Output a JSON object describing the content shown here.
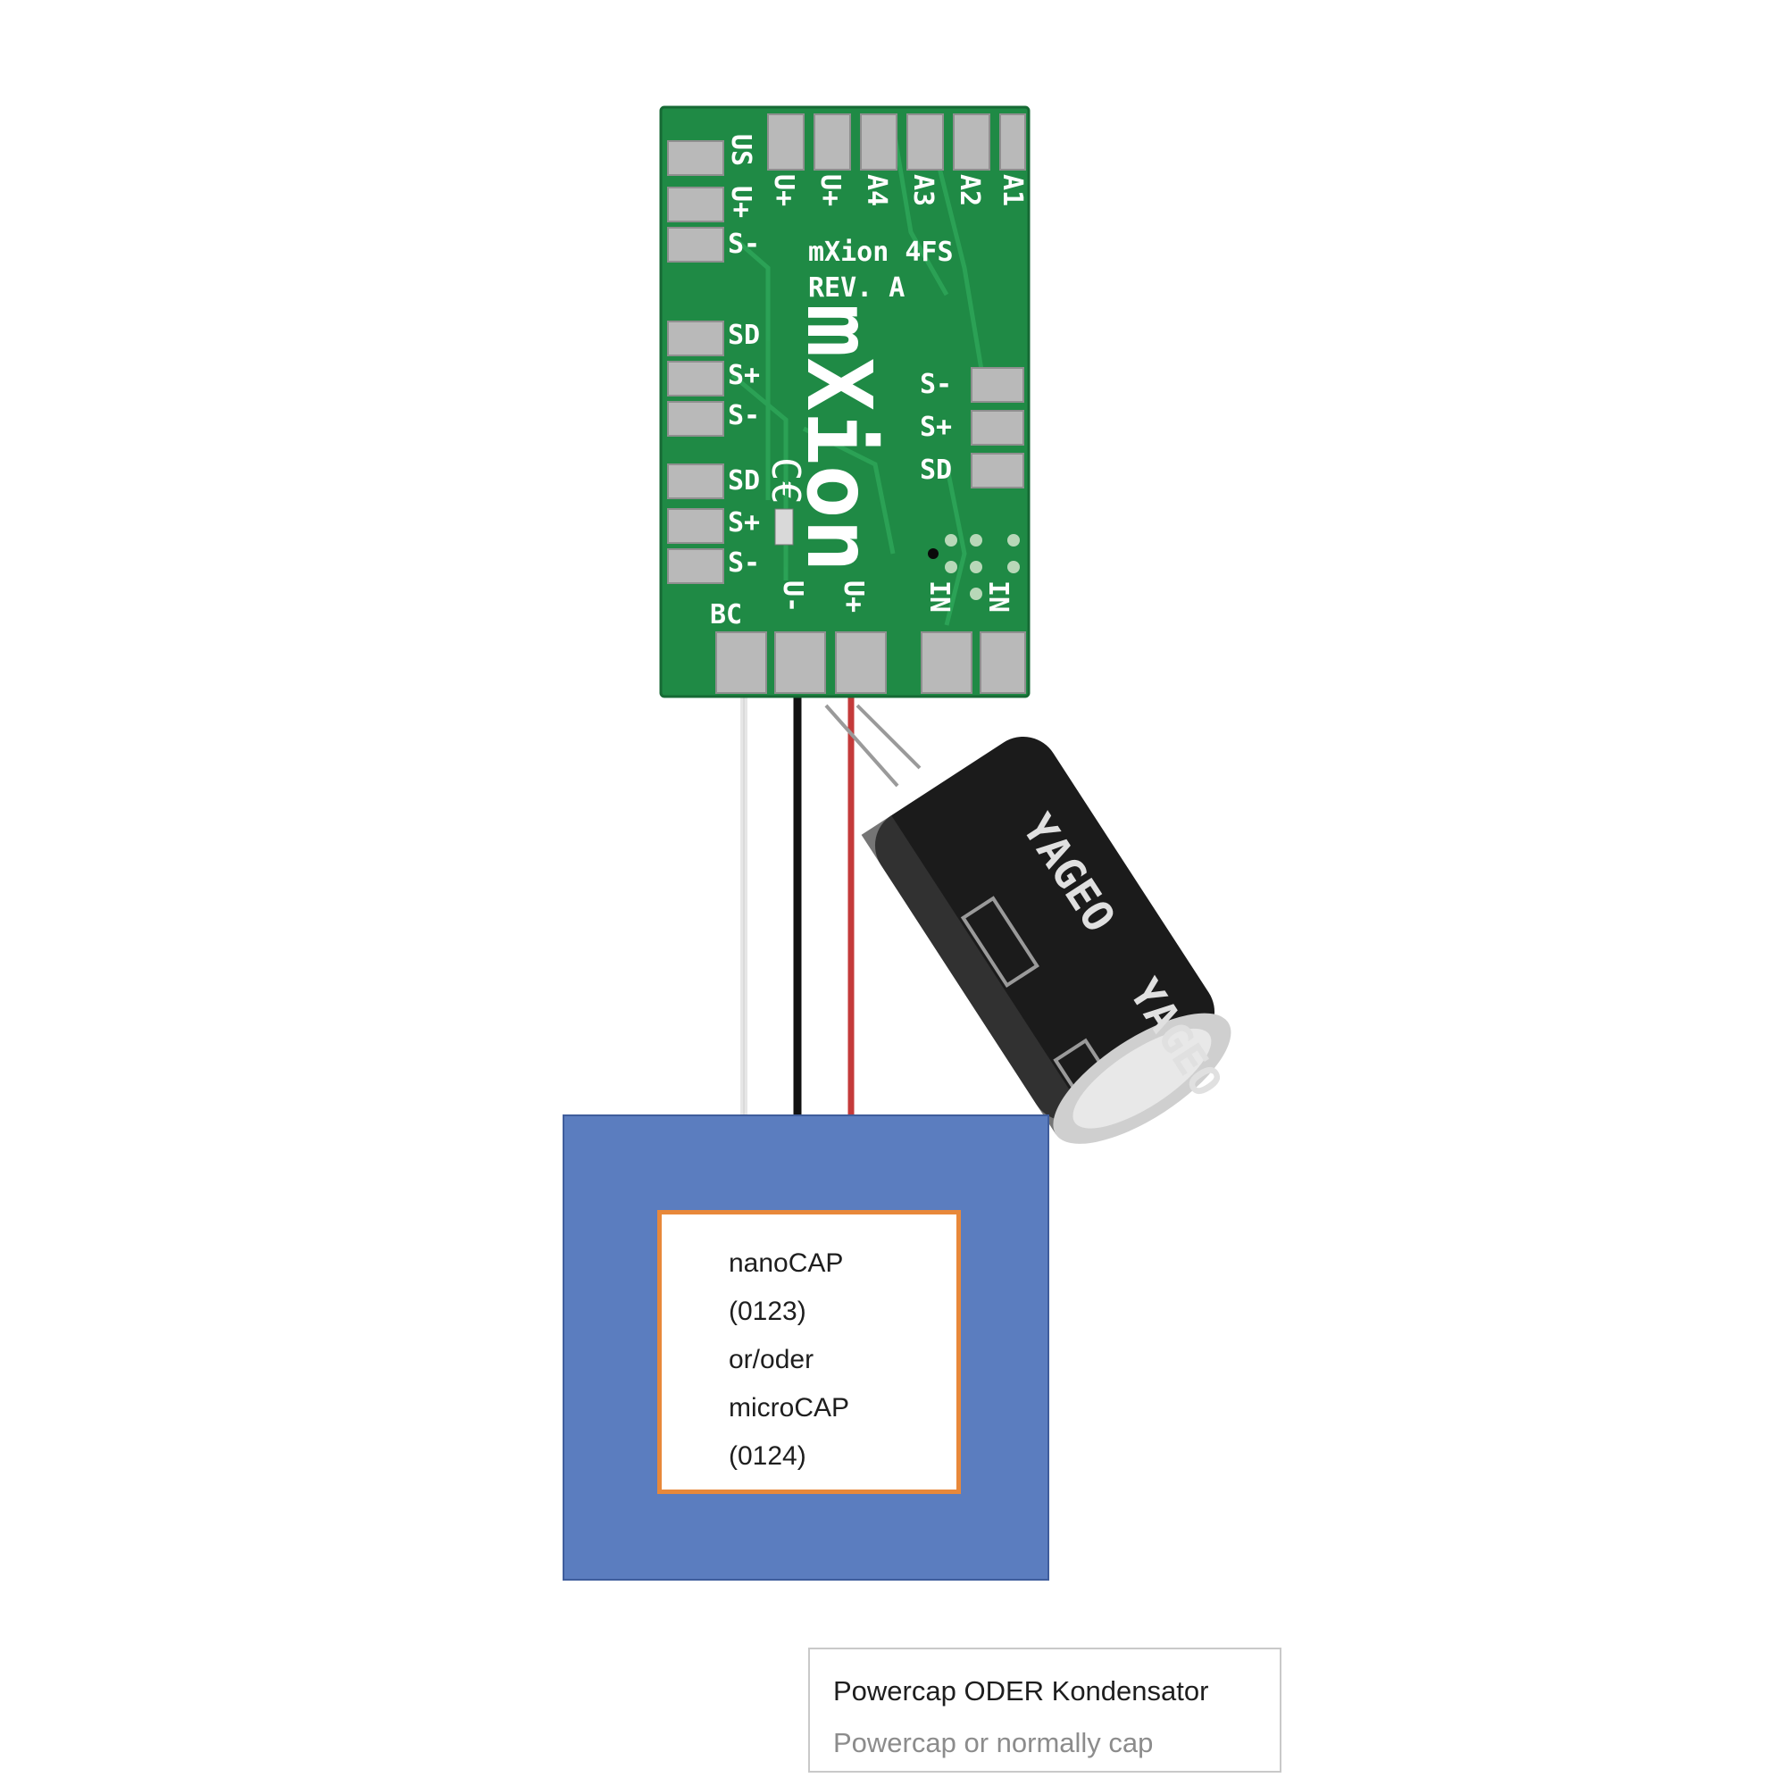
{
  "board": {
    "name_label": "mXion 4FS",
    "rev_label": "REV. A",
    "logo": "mXion",
    "left_pad_labels": [
      "US",
      "U+",
      "S-",
      "SD",
      "S+",
      "S-",
      "SD",
      "S+",
      "S-"
    ],
    "top_pad_labels": [
      "U+",
      "U+",
      "A4",
      "A3",
      "A2",
      "A1"
    ],
    "right_pad_labels": [
      "S-",
      "S+",
      "SD"
    ],
    "bottom_pad_labels": [
      "BC",
      "U-",
      "U+",
      "IN",
      "IN"
    ],
    "colors": {
      "pcb": "#1f8a45",
      "pad": "#b9b9b9",
      "silk": "#ffffff"
    }
  },
  "wires": {
    "colors": {
      "bc": "#e6e6e6",
      "minus": "#111111",
      "plus": "#c43a3a"
    }
  },
  "capacitor": {
    "brand": "YAGEO",
    "color": "#1b1b1b"
  },
  "powercap": {
    "lines": [
      "nanoCAP",
      "(0123)",
      "or/oder",
      "microCAP",
      "(0124)"
    ],
    "colors": {
      "outer": "#5b7dbf",
      "inner_border": "#e8883a"
    }
  },
  "caption": {
    "line1": "Powercap ODER Kondensator",
    "line2": "Powercap or normally cap"
  }
}
